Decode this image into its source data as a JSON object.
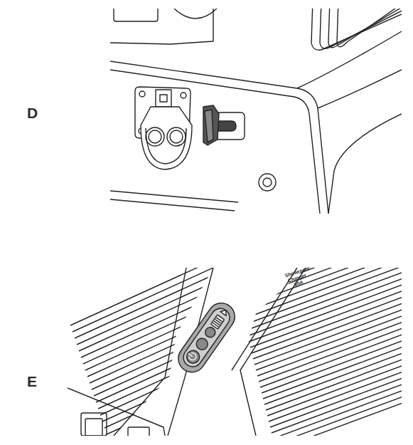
{
  "diagram": {
    "labels": [
      "D",
      "E",
      "Showroom Charger 80A"
    ]
  }
}
